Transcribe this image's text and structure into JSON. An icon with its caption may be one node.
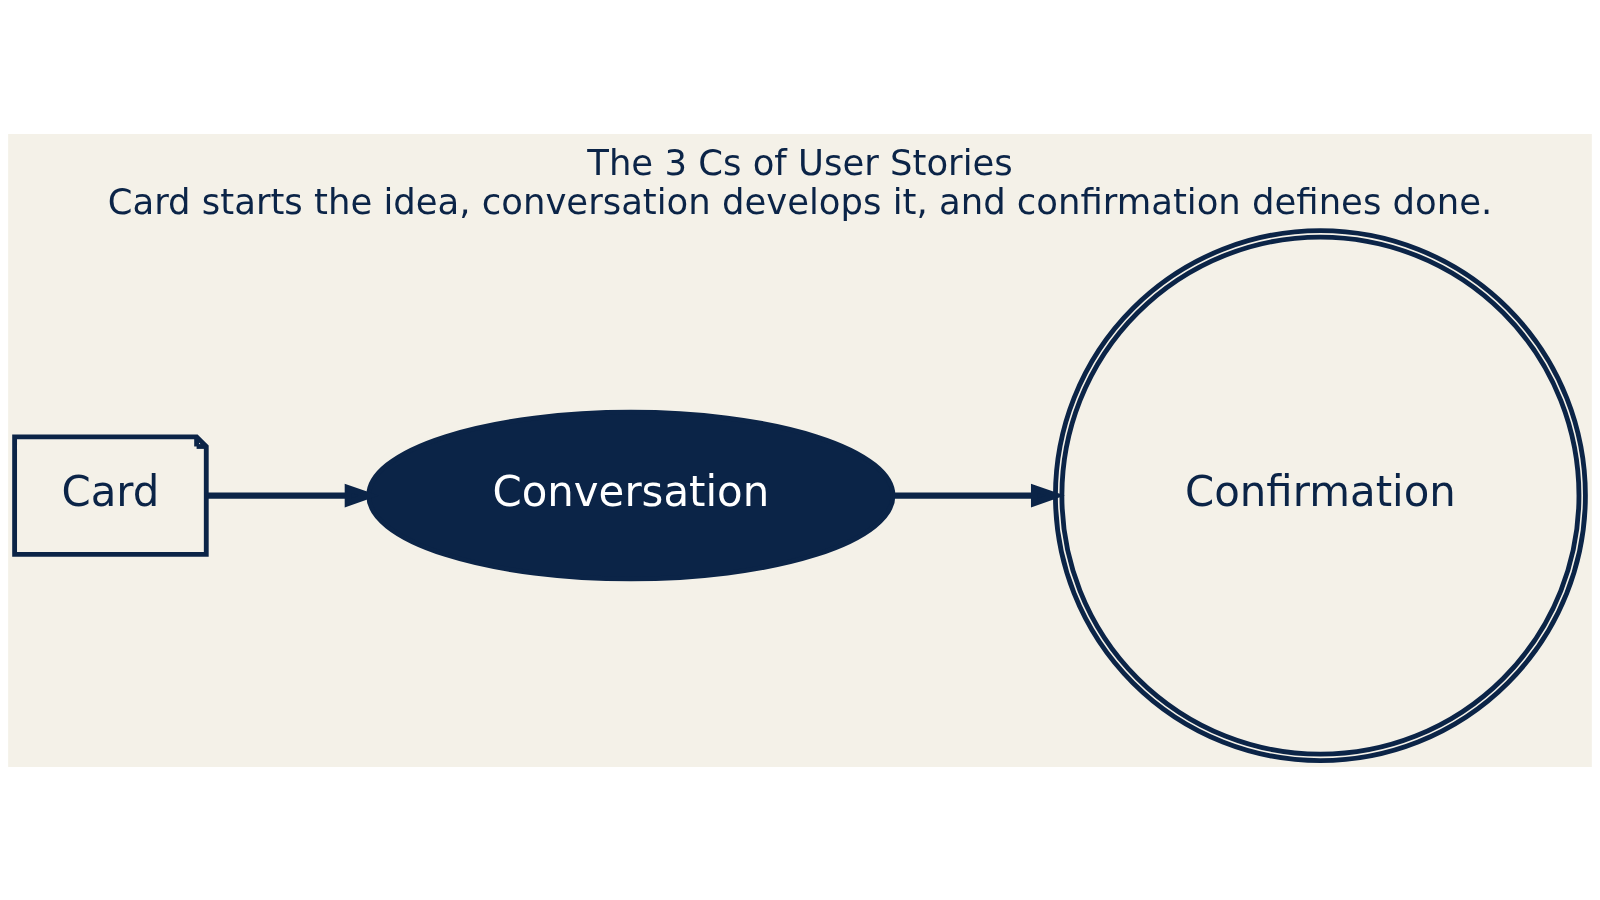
{
  "diagram": {
    "title": "The 3 Cs of User Stories",
    "caption": "Card starts the idea, conversation develops it, and confirmation defines done.",
    "nodes": [
      {
        "text": [
          "Card"
        ]
      },
      {
        "text": [
          "Conversation"
        ]
      },
      {
        "text": [
          "Confirmation"
        ]
      }
    ],
    "edges": [
      {
        "from": 0,
        "to": 1,
        "arrow": "to"
      },
      {
        "from": 1,
        "to": 2,
        "arrow": "to"
      }
    ]
  }
}
